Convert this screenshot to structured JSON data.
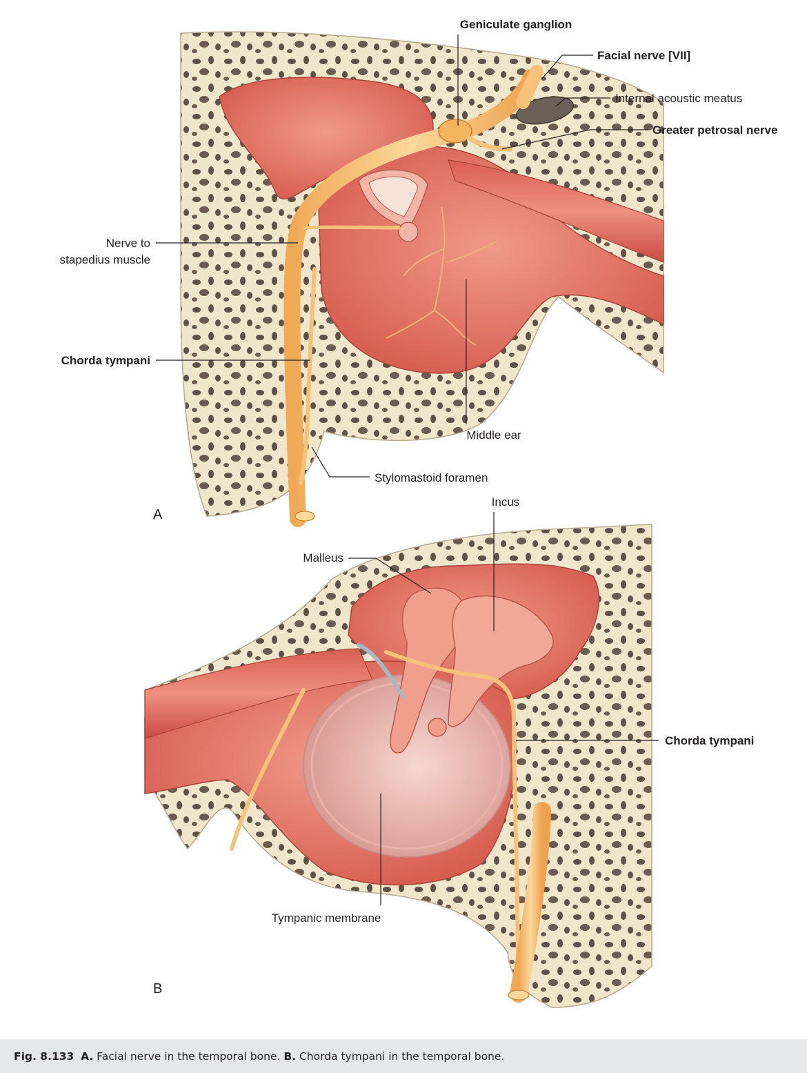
{
  "panel_a": {
    "letter": "A",
    "labels": {
      "geniculate_ganglion": "Geniculate ganglion",
      "facial_nerve": "Facial nerve [VII]",
      "internal_acoustic_meatus": "Internal acoustic meatus",
      "greater_petrosal_nerve": "Greater petrosal nerve",
      "nerve_to_stapedius_line1": "Nerve to",
      "nerve_to_stapedius_line2": "stapedius muscle",
      "chorda_tympani": "Chorda tympani",
      "middle_ear": "Middle ear",
      "stylomastoid_foramen": "Stylomastoid foramen"
    }
  },
  "panel_b": {
    "letter": "B",
    "labels": {
      "incus": "Incus",
      "malleus": "Malleus",
      "chorda_tympani": "Chorda tympani",
      "tympanic_membrane": "Tympanic membrane"
    }
  },
  "caption": {
    "fig_number": "Fig. 8.133",
    "a_marker": "A.",
    "a_text": "Facial nerve in the temporal bone.",
    "b_marker": "B.",
    "b_text": "Chorda tympani in the temporal bone."
  },
  "colors": {
    "bone": "#efe6cc",
    "bone_pore": "#5a4f44",
    "mucosa": "#e5786a",
    "mucosa_dark": "#c9564b",
    "nerve": "#f6c27a",
    "tympanic_membrane": "#f2c3bd"
  }
}
